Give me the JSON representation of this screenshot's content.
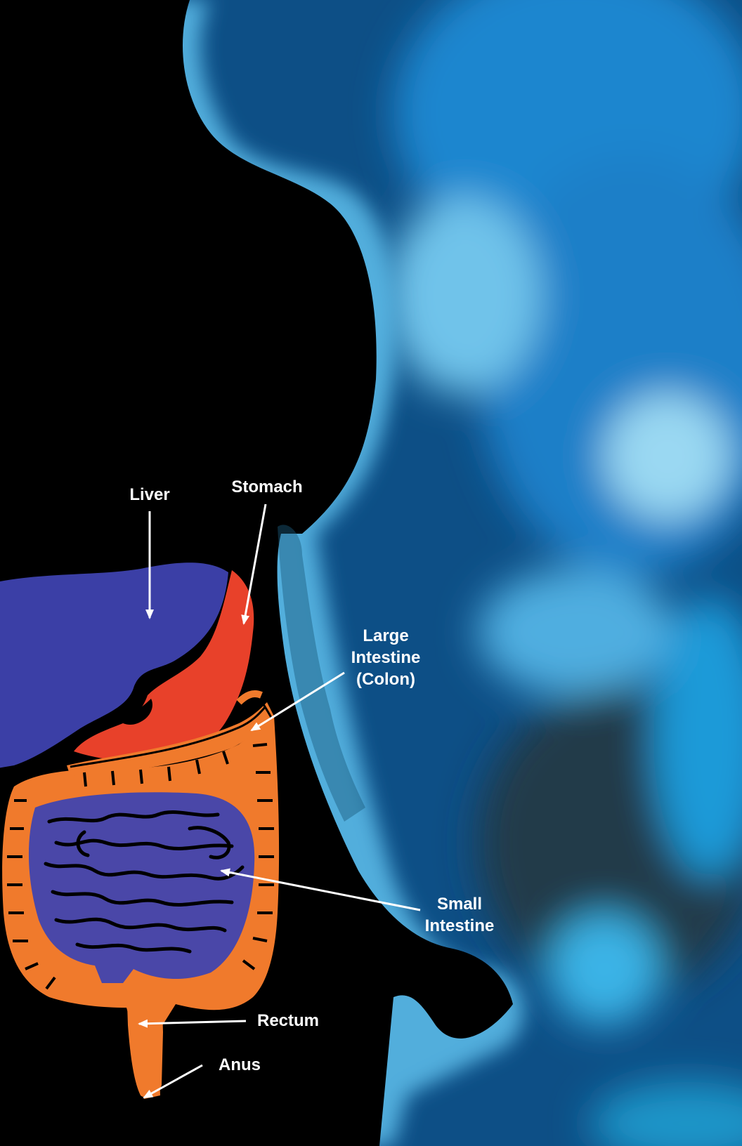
{
  "labels": {
    "liver": "Liver",
    "stomach": "Stomach",
    "large_intestine": [
      "Large",
      "Intestine",
      "(Colon)"
    ],
    "small_intestine": [
      "Small",
      "Intestine"
    ],
    "rectum": "Rectum",
    "anus": "Anus"
  },
  "colors": {
    "background_blue": "#1b8fd6",
    "silhouette": "#000000",
    "liver": "#3b3fa6",
    "stomach": "#e8412a",
    "large_intestine": "#f07a2c",
    "small_intestine": "#4a47a8",
    "label_text": "#ffffff"
  }
}
